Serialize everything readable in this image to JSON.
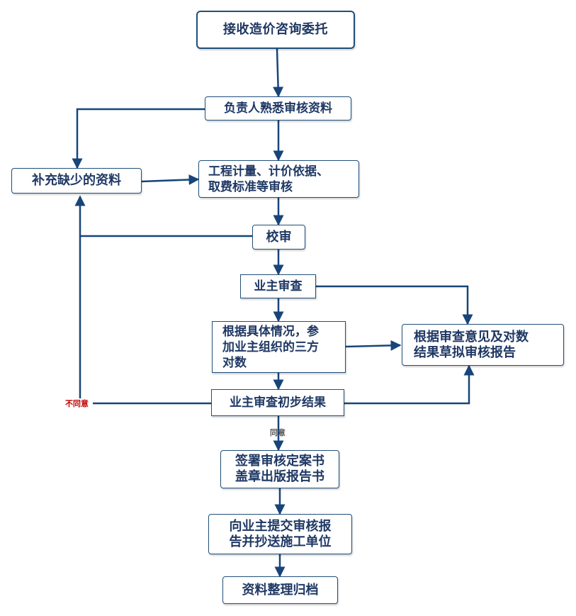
{
  "colors": {
    "line": "#17457a",
    "text": "#1f3864",
    "border": "#1f4e79",
    "reject": "#c00000",
    "approve": "#555555"
  },
  "nodes": {
    "receive": "接收造价咨询委托",
    "familiarize": "负责人熟悉审核资料",
    "supplement": "补充缺少的资料",
    "review_calc": "工程计量、计价依据、\n取费标准等审核",
    "proofread": "校审",
    "owner_review": "业主审查",
    "tripartite": "根据具体情况，参\n加业主组织的三方\n对数",
    "draft_report": "根据审查意见及对数\n结果草拟审核报告",
    "prelim_result": "业主审查初步结果",
    "sign_seal": "签署审核定案书\n盖章出版报告书",
    "submit": "向业主提交审核报\n告并抄送施工单位",
    "archive": "资料整理归档"
  },
  "labels": {
    "disagree": "不同意",
    "agree": "同意"
  }
}
